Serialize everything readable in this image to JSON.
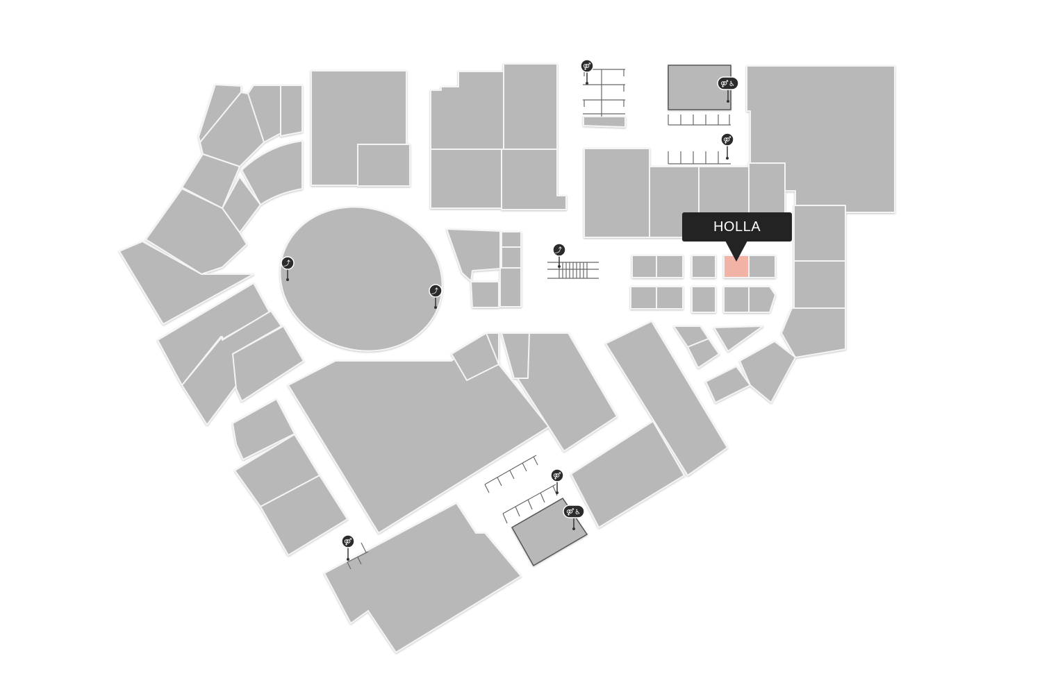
{
  "map": {
    "selected_store": "HOLLA",
    "colors": {
      "store": "#b8b8b8",
      "selected_store": "#f1b3a6",
      "background": "#ffffff",
      "tooltip": "#232323",
      "tooltip_text": "#ffffff"
    },
    "amenities": [
      {
        "type": "restroom",
        "icon": "restroom-icon"
      },
      {
        "type": "restroom-accessible",
        "icon": "accessible-restroom-icon"
      },
      {
        "type": "restroom",
        "icon": "restroom-icon"
      },
      {
        "type": "escalator",
        "icon": "escalator-icon"
      },
      {
        "type": "escalator",
        "icon": "escalator-icon"
      },
      {
        "type": "escalator",
        "icon": "escalator-icon"
      },
      {
        "type": "restroom",
        "icon": "restroom-icon"
      },
      {
        "type": "restroom-accessible",
        "icon": "accessible-restroom-icon"
      },
      {
        "type": "restroom",
        "icon": "restroom-icon"
      }
    ]
  }
}
